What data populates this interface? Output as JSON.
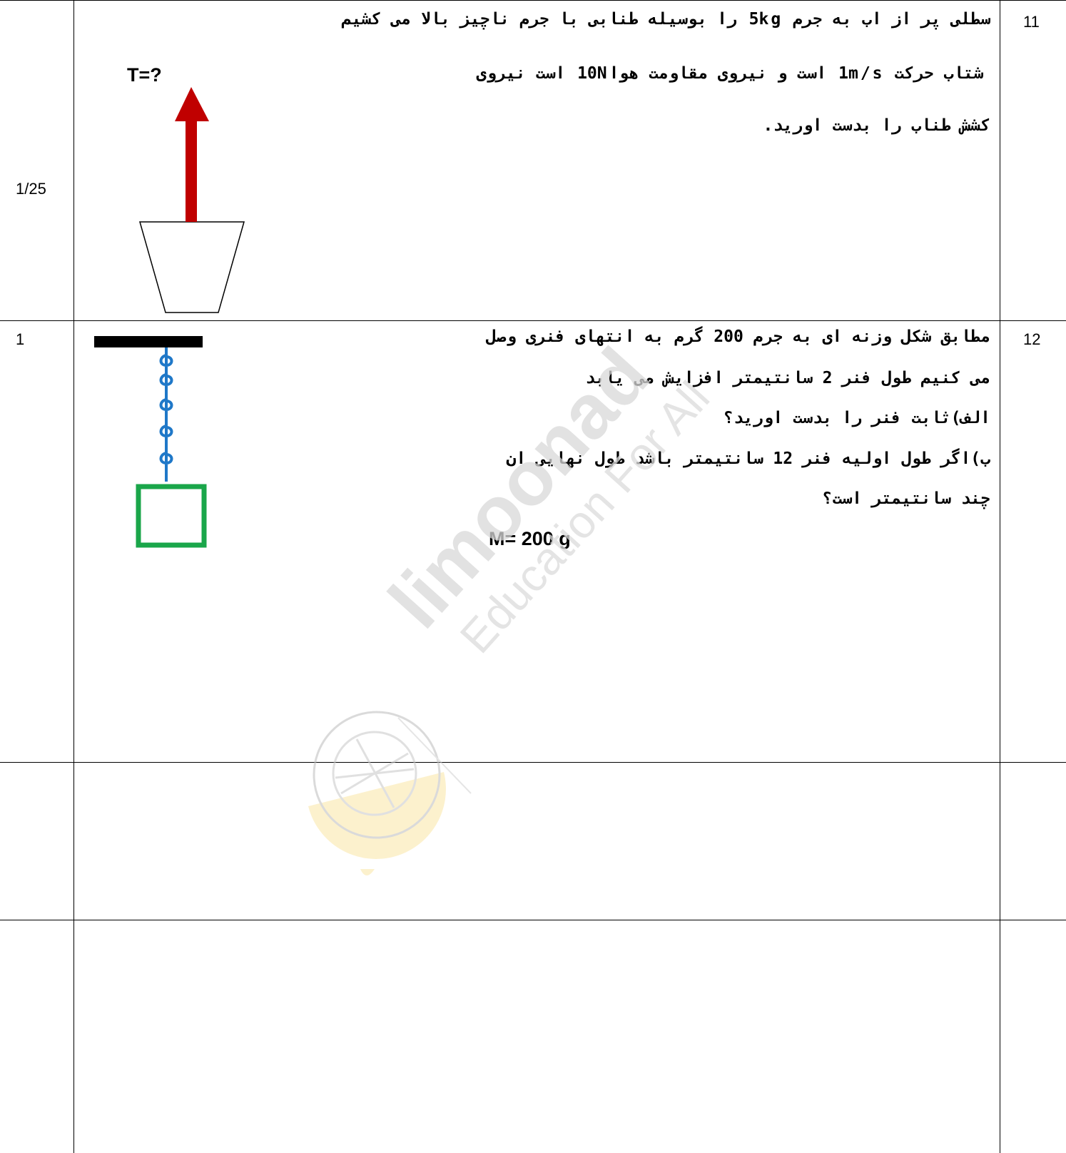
{
  "rows": [
    {
      "number": "11",
      "score": "1/25",
      "lines": [
        "سطلی پر از اب به جرم 5kg را بوسیله طنابی  با جرم ناچیز بالا می کشیم",
        "شتاب حرکت 1m/s است  و نیروی مقاومت هوا10N است نیروی",
        "کشش طناب را بدست اورید."
      ],
      "figure_label": "T=?"
    },
    {
      "number": "12",
      "score": "1",
      "lines": [
        "مطابق شکل وزنه ای به جرم 200 گرم به انتهای فنری وصل",
        "می کنیم طول فنر 2 سانتیمتر افزایش می یابد",
        "الف)ثابت فنر را بدست اورید؟",
        "ب)اگر طول اولیه فنر 12 سانتیمتر باشد  طول نهایی ان",
        "چند سانتیمتر است؟"
      ],
      "figure_label": "M= 200 g"
    }
  ],
  "watermark": {
    "brand": "limoonad",
    "tagline": "Education For All"
  },
  "colors": {
    "arrow": "#c00000",
    "spring": "#1f78c8",
    "box": "#1aa64a",
    "watermark_logo": "#f7c948"
  }
}
